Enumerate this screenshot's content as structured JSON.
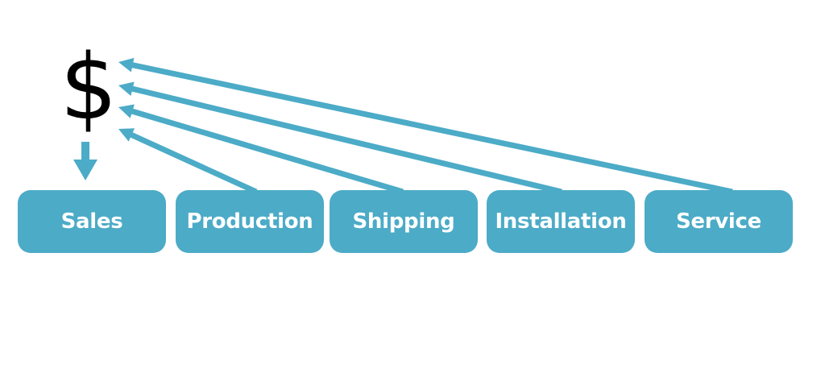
{
  "symbol": "$",
  "colors": {
    "box_fill": "#4cabc7",
    "arrow": "#4cabc7",
    "symbol": "#000000",
    "label": "#ffffff"
  },
  "departments": [
    {
      "label": "Sales"
    },
    {
      "label": "Production"
    },
    {
      "label": "Shipping"
    },
    {
      "label": "Installation"
    },
    {
      "label": "Service"
    }
  ],
  "flows": [
    {
      "from": "$",
      "to": "Sales"
    },
    {
      "from": "Production",
      "to": "$"
    },
    {
      "from": "Shipping",
      "to": "$"
    },
    {
      "from": "Installation",
      "to": "$"
    },
    {
      "from": "Service",
      "to": "$"
    }
  ]
}
